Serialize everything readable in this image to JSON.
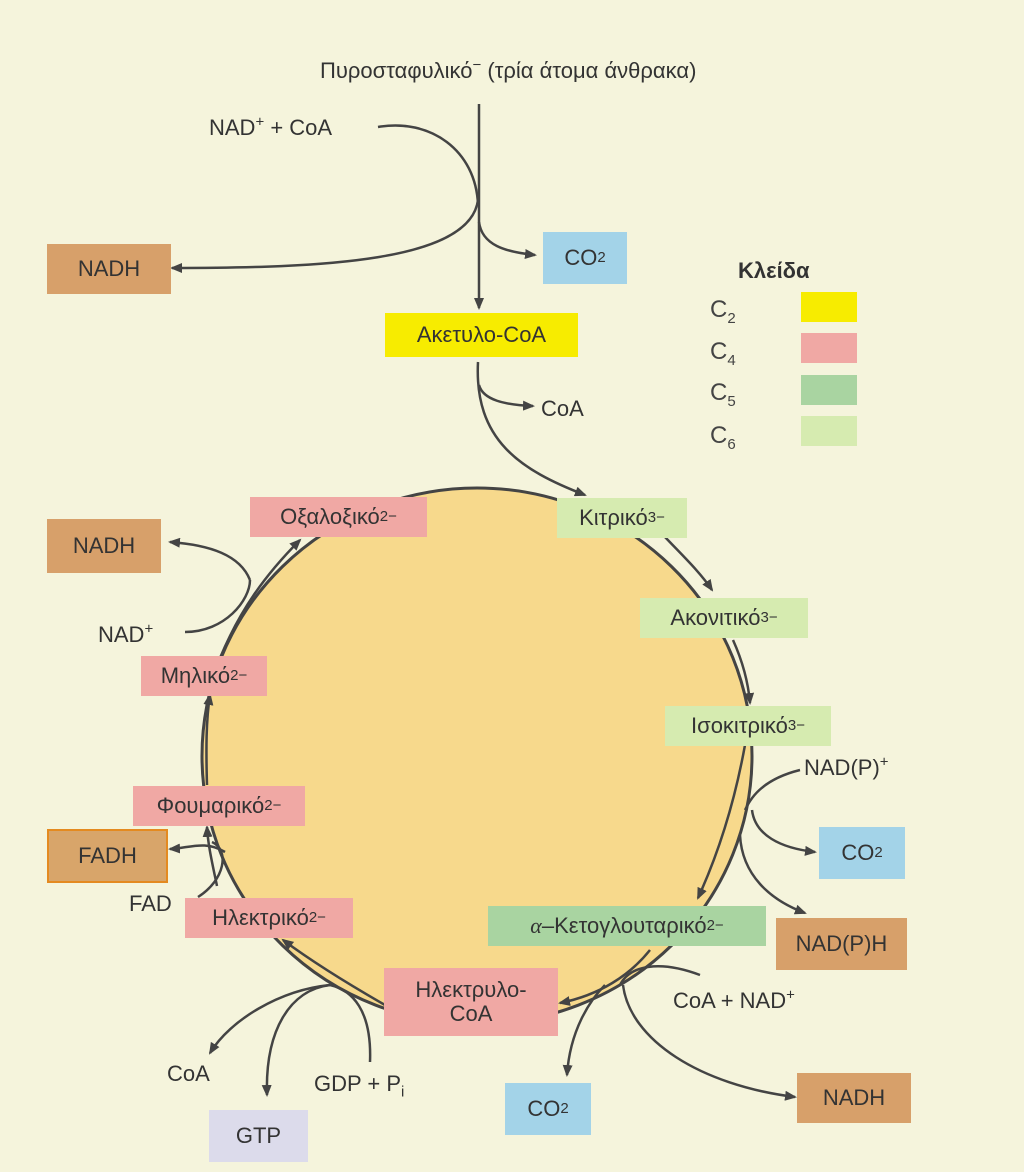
{
  "title": "Πυροσταφυλικό",
  "title_sup": "−",
  "title_rest": " (τρία άτομα άνθρακα)",
  "key": {
    "title": "Κλείδα",
    "items": [
      {
        "base": "C",
        "sub": "2",
        "color": "#f7ec00"
      },
      {
        "base": "C",
        "sub": "4",
        "color": "#f0a8a4"
      },
      {
        "base": "C",
        "sub": "5",
        "color": "#a9d4a1"
      },
      {
        "base": "C",
        "sub": "6",
        "color": "#d6ebb0"
      }
    ]
  },
  "nodes": {
    "acetyl_coa": "Ακετυλο-CoA",
    "citrate": {
      "text": "Κιτρικό",
      "sup": "3−"
    },
    "aconitate": {
      "text": "Ακονιτικό",
      "sup": "3−"
    },
    "isocitrate": {
      "text": "Ισοκιτρικό",
      "sup": "3−"
    },
    "ketoglutarate": {
      "prefix": "α",
      "text": "–Κετογλουταρικό",
      "sup": "2−"
    },
    "succinyl_coa": {
      "line1": "Ηλεκτρυλο-",
      "line2": "CoA"
    },
    "succinate": {
      "text": "Ηλεκτρικό",
      "sup": "2−"
    },
    "fumarate": {
      "text": "Φουμαρικό",
      "sup": "2−"
    },
    "malate": {
      "text": "Μηλικό",
      "sup": "2−"
    },
    "oxaloacetate": {
      "text": "Οξαλοξικό",
      "sup": "2−"
    }
  },
  "labels": {
    "nad_coa_top": {
      "a": "NAD",
      "sup": "+",
      "b": " + CoA"
    },
    "coa_release": "CoA",
    "nadp_plus": {
      "a": "NAD(P)",
      "sup": "+"
    },
    "coa_nad": {
      "a": "CoA + NAD",
      "sup": "+"
    },
    "coa_bottom": "CoA",
    "gdp_pi": {
      "a": "GDP + P",
      "sub": "i"
    },
    "fad": "FAD",
    "nad_left": {
      "a": "NAD",
      "sup": "+"
    }
  },
  "products": {
    "nadh": "NADH",
    "co2": {
      "a": "CO",
      "sub": "2"
    },
    "nadph": "NAD(P)H",
    "gtp": "GTP",
    "fadh": "FADH"
  },
  "colors": {
    "cycle_fill": "#f7d98c",
    "arrow": "#444444"
  }
}
